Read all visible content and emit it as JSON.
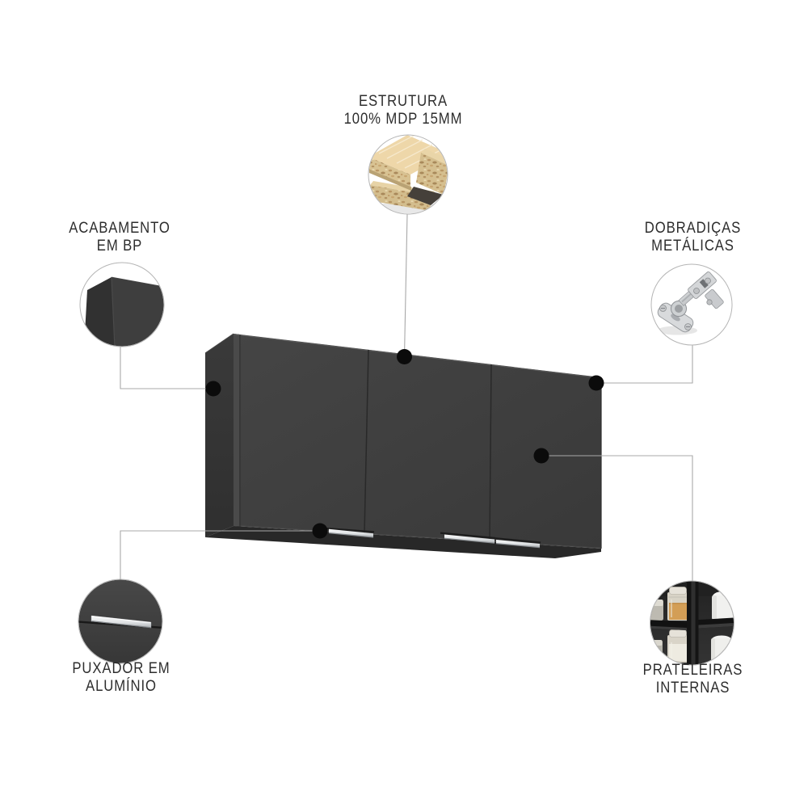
{
  "page": {
    "background": "#ffffff",
    "type": "product-feature-infographic"
  },
  "product": {
    "kind": "wall-cabinet",
    "doors_visible": 3,
    "handles_visible": 3,
    "finish": "black"
  },
  "callouts": [
    {
      "id": "estrutura",
      "line1": "ESTRUTURA",
      "line2": "100% MDP 15MM",
      "icon": "mdp-board-icon",
      "position": "top-center"
    },
    {
      "id": "acabamento",
      "line1": "ACABAMENTO",
      "line2": "EM BP",
      "icon": "bp-corner-icon",
      "position": "left-top"
    },
    {
      "id": "dobradicas",
      "line1": "DOBRADIÇAS",
      "line2": "METÁLICAS",
      "icon": "metal-hinge-icon",
      "position": "right-top"
    },
    {
      "id": "puxador",
      "line1": "PUXADOR EM",
      "line2": "ALUMÍNIO",
      "icon": "aluminum-handle-icon",
      "position": "left-bottom"
    },
    {
      "id": "prateleiras",
      "line1": "PRATELEIRAS",
      "line2": "INTERNAS",
      "icon": "internal-shelves-icon",
      "position": "right-bottom"
    }
  ],
  "colors": {
    "cabinet_front": "#3e3e3e",
    "cabinet_side": "#343434",
    "cabinet_underside": "#282828",
    "handle_metal": "#d9dcde",
    "callout_dot": "#0b0b0b",
    "leader_line": "#a8a8a8",
    "circle_border": "#b5b5b5",
    "label_text": "#2d2d2d",
    "wood_veneer": "#eed7a9",
    "wood_particle": "#d7c190"
  }
}
